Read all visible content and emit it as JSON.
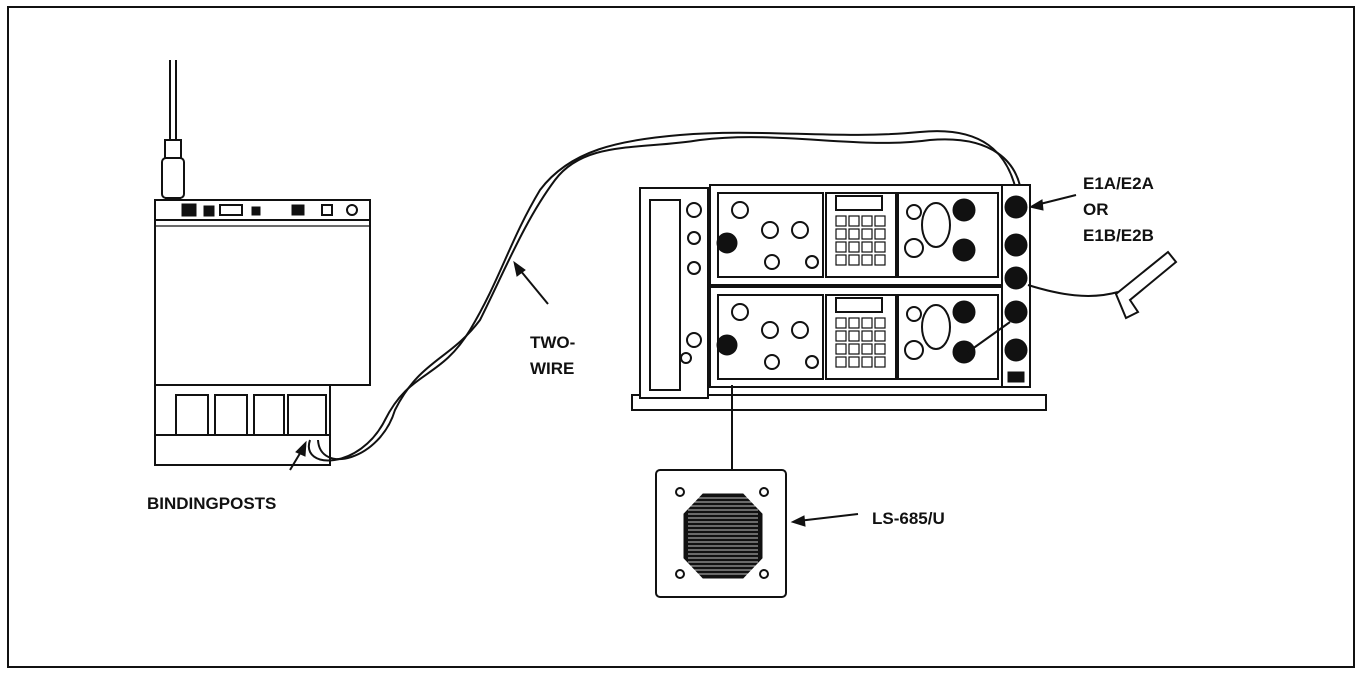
{
  "labels": {
    "binding_posts": "BINDINGPOSTS",
    "two_wire_line1": "TWO-",
    "two_wire_line2": "WIRE",
    "connector_line1": "E1A/E2A",
    "connector_line2": "OR",
    "connector_line3": "E1B/E2B",
    "speaker": "LS-685/U"
  },
  "icons": {
    "radio_set": "manpack-radio-icon",
    "rack": "dual-radio-rack-icon",
    "speaker": "loudspeaker-icon",
    "handset": "handset-icon"
  }
}
